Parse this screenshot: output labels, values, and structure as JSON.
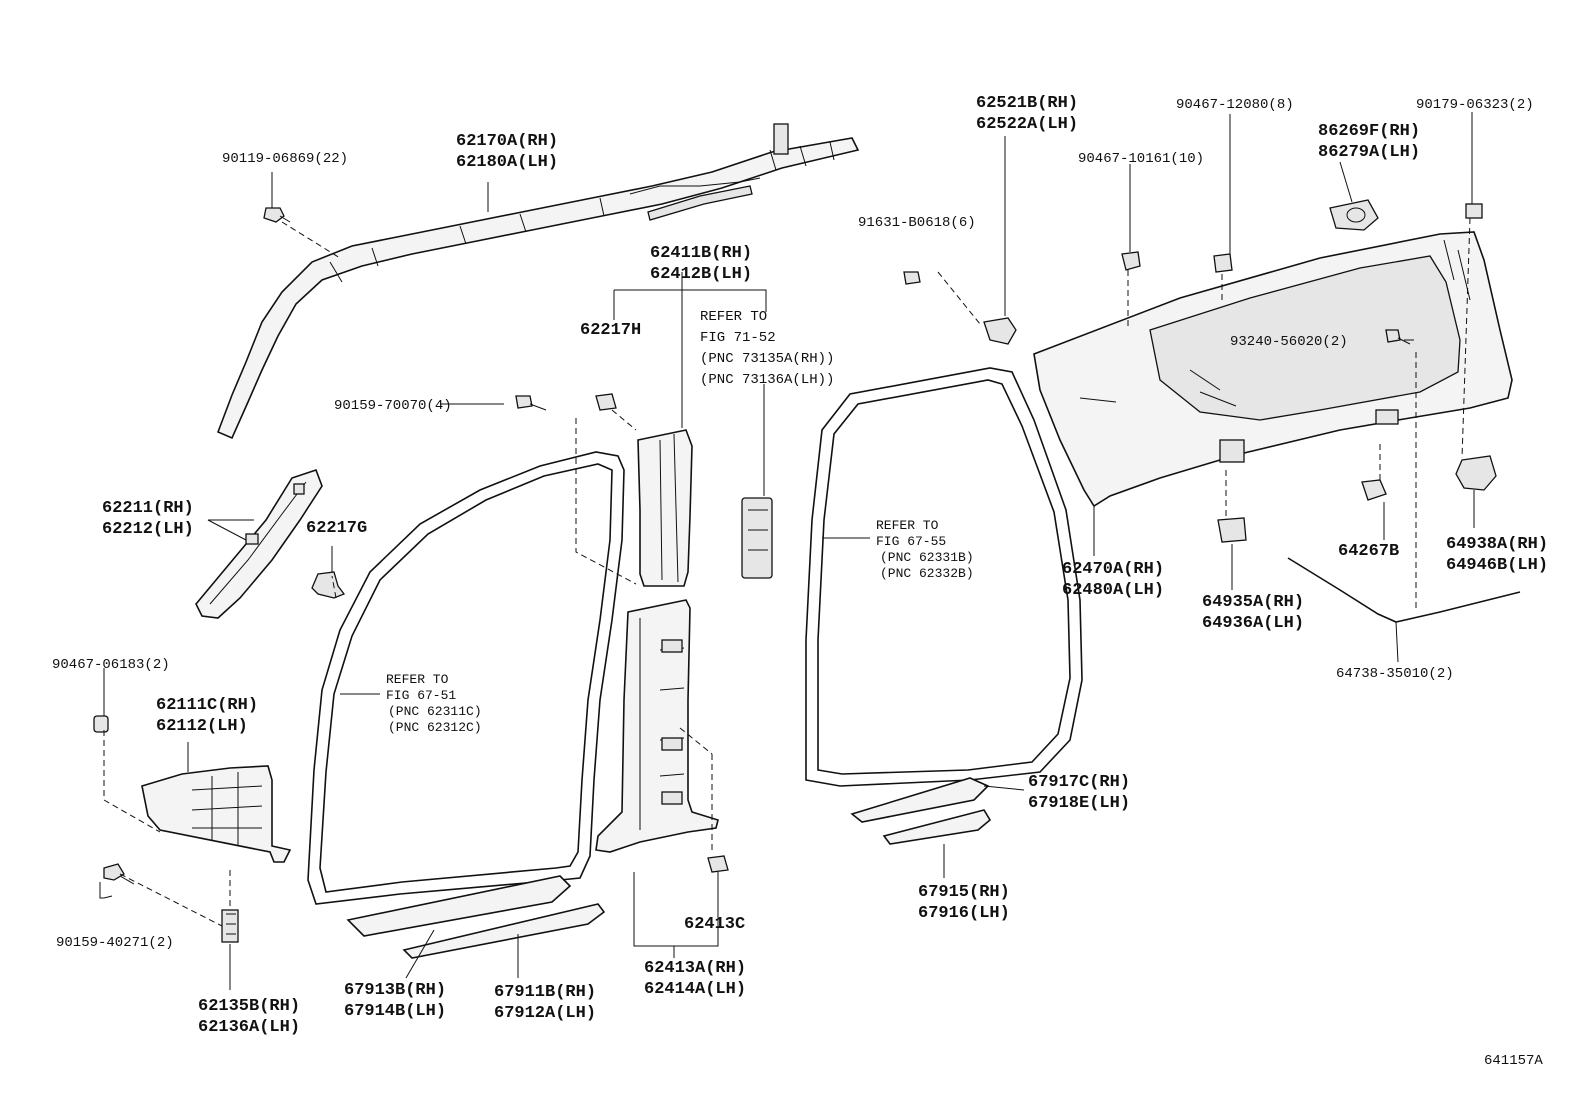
{
  "figure_code": "641157A",
  "labels": {
    "p90119": "90119-06869(22)",
    "p62170": "62170A(RH)",
    "p62180": "62180A(LH)",
    "p62411": "62411B(RH)",
    "p62412": "62412B(LH)",
    "p62217h": "62217H",
    "refer7152_1": "REFER TO",
    "refer7152_2": "FIG 71-52",
    "refer7152_3": "(PNC 73135A(RH))",
    "refer7152_4": "(PNC 73136A(LH))",
    "p90159_70070": "90159-70070(4)",
    "p62211": "62211(RH)",
    "p62212": "62212(LH)",
    "p62217g": "62217G",
    "p90467_06183": "90467-06183(2)",
    "p62111": "62111C(RH)",
    "p62112": "62112(LH)",
    "refer6751_1": "REFER TO",
    "refer6751_2": "FIG 67-51",
    "refer6751_3": "(PNC 62311C)",
    "refer6751_4": "(PNC 62312C)",
    "p90159_40271": "90159-40271(2)",
    "p62135": "62135B(RH)",
    "p62136": "62136A(LH)",
    "p67913": "67913B(RH)",
    "p67914": "67914B(LH)",
    "p67911": "67911B(RH)",
    "p67912": "67912A(LH)",
    "p62413c": "62413C",
    "p62413a": "62413A(RH)",
    "p62414": "62414A(LH)",
    "p62521": "62521B(RH)",
    "p62522": "62522A(LH)",
    "p90467_12080": "90467-12080(8)",
    "p90179": "90179-06323(2)",
    "p90467_10161": "90467-10161(10)",
    "p86269": "86269F(RH)",
    "p86279": "86279A(LH)",
    "p91631": "91631-B0618(6)",
    "p93240": "93240-56020(2)",
    "refer6755_1": "REFER TO",
    "refer6755_2": "FIG 67-55",
    "refer6755_3": "(PNC 62331B)",
    "refer6755_4": "(PNC 62332B)",
    "p62470": "62470A(RH)",
    "p62480": "62480A(LH)",
    "p64267": "64267B",
    "p64938": "64938A(RH)",
    "p64946": "64946B(LH)",
    "p64935": "64935A(RH)",
    "p64936": "64936A(LH)",
    "p64738": "64738-35010(2)",
    "p67917": "67917C(RH)",
    "p67918": "67918E(LH)",
    "p67915": "67915(RH)",
    "p67916": "67916(LH)"
  }
}
